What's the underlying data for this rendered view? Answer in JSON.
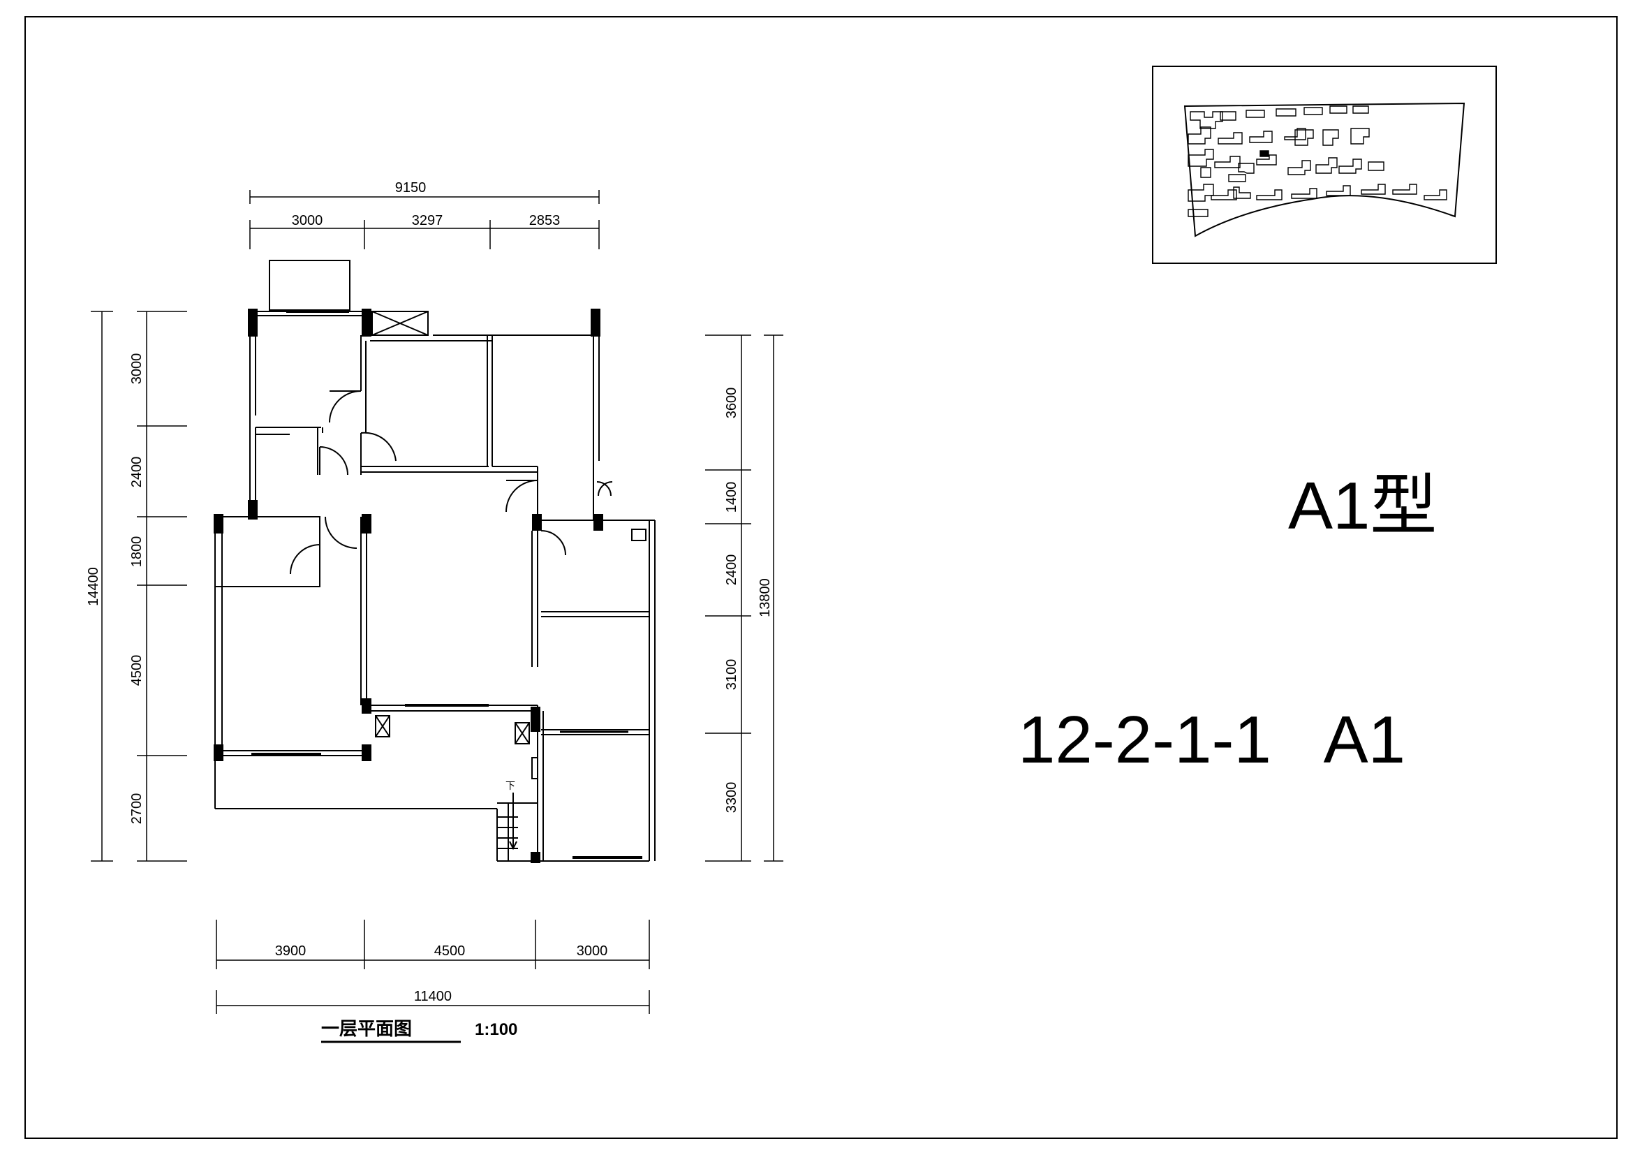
{
  "title": {
    "type": "A1型",
    "unit": "12-2-1-1   A1"
  },
  "caption": {
    "name": "一层平面图",
    "scale": "1:100"
  },
  "stair_mark": "下",
  "dims": {
    "top_total": "9150",
    "top": [
      "3000",
      "3297",
      "2853"
    ],
    "bottom": [
      "3900",
      "4500",
      "3000"
    ],
    "bottom_total": "11400",
    "left_total": "14400",
    "left": [
      "3000",
      "2400",
      "1800",
      "4500",
      "2700"
    ],
    "right_total": "13800",
    "right": [
      "3600",
      "1400",
      "2400",
      "3100",
      "3300"
    ]
  }
}
